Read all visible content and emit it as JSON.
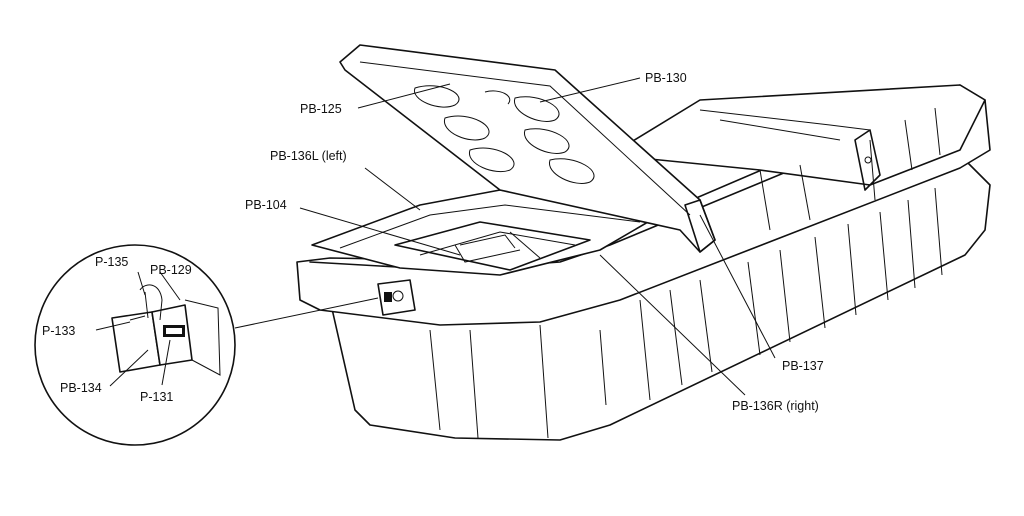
{
  "labels": {
    "pb130": "PB-130",
    "pb125": "PB-125",
    "pb136l": "PB-136L (left)",
    "pb104": "PB-104",
    "pb137": "PB-137",
    "pb136r": "PB-136R (right)",
    "p135": "P-135",
    "pb129": "PB-129",
    "p133": "P-133",
    "pb134": "PB-134",
    "p131": "P-131"
  }
}
